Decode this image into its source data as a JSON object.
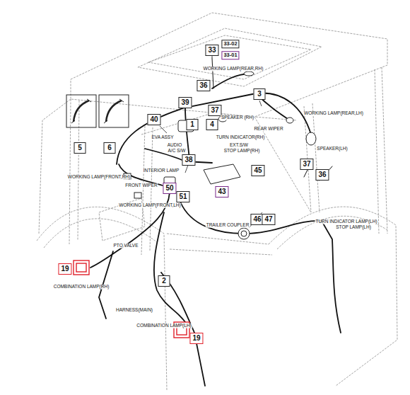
{
  "diagram": {
    "labels": [
      "5",
      "6",
      "33",
      "33-02",
      "33-01",
      "WORKING LAMP(REAR,RH)",
      "36",
      "3",
      "40",
      "39",
      "37",
      "SPEAKER (RH)",
      "1",
      "4",
      "REAR WIPER",
      "WORKING LAMP(REAR,LH)",
      "SPEAKER(LH)",
      "EVA ASSY",
      "AUDIO",
      "A/C S/W",
      "TURN INDICATOR(RH)",
      "EXT.S/W",
      "STOP LAMP(RH)",
      "38",
      "INTERIOR LAMP",
      "WORKING LAMP(FRONT,RH)",
      "FRONT WIPER",
      "50",
      "51",
      "WORKING LAMP(FRONT,LH)",
      "43",
      "45",
      "37",
      "36",
      "46",
      "47",
      "TRAILER COUPLER",
      "TURN INDICATOR LAMP(LH)",
      "STOP LAMP(LH)",
      "PTO VALVE",
      "19",
      "COMBINATION LAMP(RH)",
      "2",
      "HARNESS(MAIN)",
      "COMBINATION LAMP(LH)",
      "19"
    ]
  }
}
